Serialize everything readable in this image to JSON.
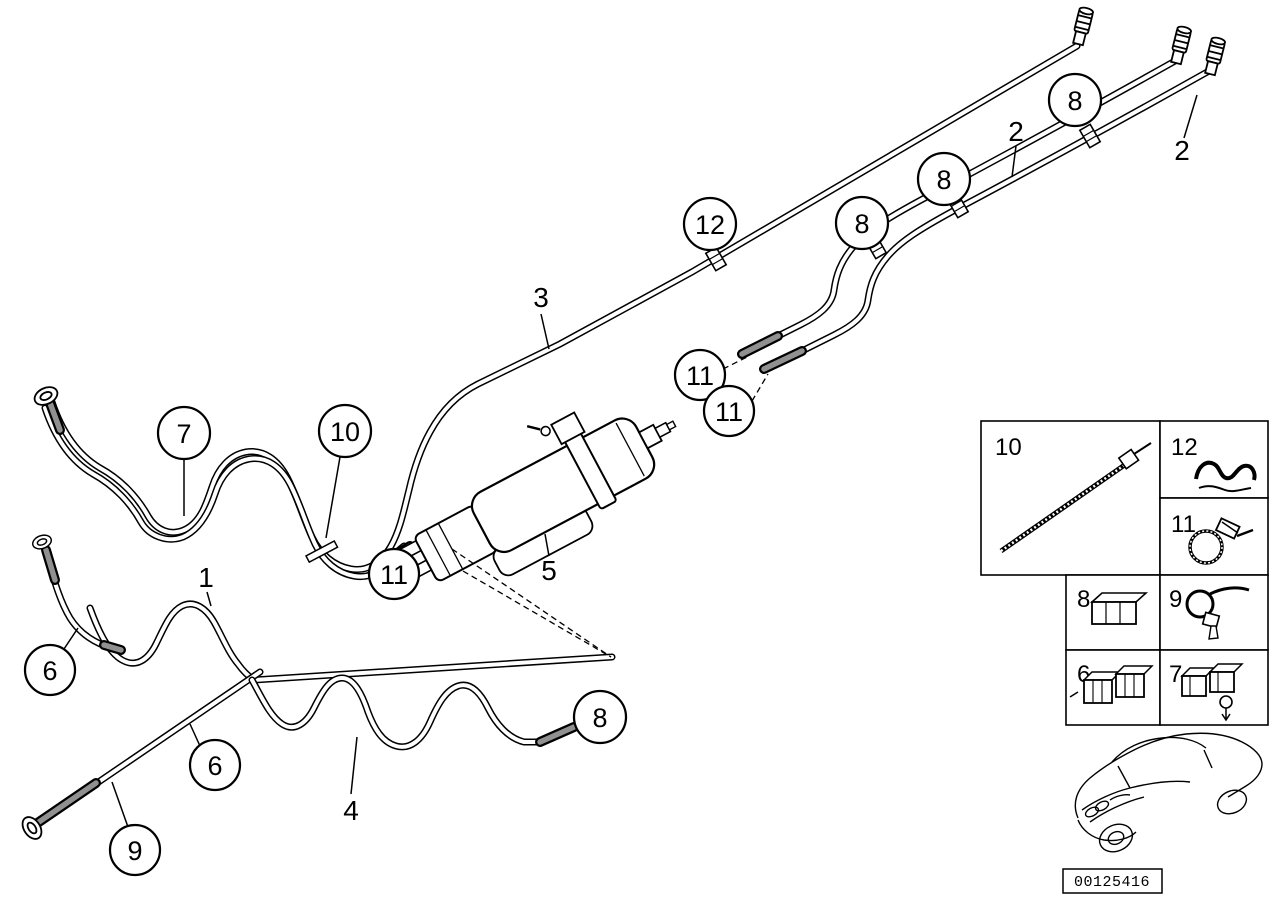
{
  "doc": {
    "background": "#ffffff",
    "line_color": "#000000",
    "type": "fuel-pipes-and-fuel-filter-parts-diagram"
  },
  "callouts": [
    {
      "label": "12"
    },
    {
      "label": "8"
    },
    {
      "label": "8"
    },
    {
      "label": "8"
    },
    {
      "label": "7"
    },
    {
      "label": "10"
    },
    {
      "label": "11"
    },
    {
      "label": "11"
    },
    {
      "label": "11"
    },
    {
      "label": "6"
    },
    {
      "label": "6"
    },
    {
      "label": "9"
    },
    {
      "label": "8"
    }
  ],
  "part_labels": [
    {
      "label": "2"
    },
    {
      "label": "2"
    },
    {
      "label": "3"
    },
    {
      "label": "1"
    },
    {
      "label": "5"
    },
    {
      "label": "4"
    }
  ],
  "legend": {
    "cells": [
      {
        "label": "10",
        "icon": "cable-tie"
      },
      {
        "label": "12",
        "icon": "pipe-clip"
      },
      {
        "label": "11",
        "icon": "hose-clamp"
      },
      {
        "label": "8",
        "icon": "line-clip"
      },
      {
        "label": "9",
        "icon": "rubber-mount-clamp"
      },
      {
        "label": "6",
        "icon": "double-line-holder"
      },
      {
        "label": "7",
        "icon": "double-line-holder-bolt"
      }
    ]
  },
  "footer": {
    "part_number": "00125416"
  }
}
